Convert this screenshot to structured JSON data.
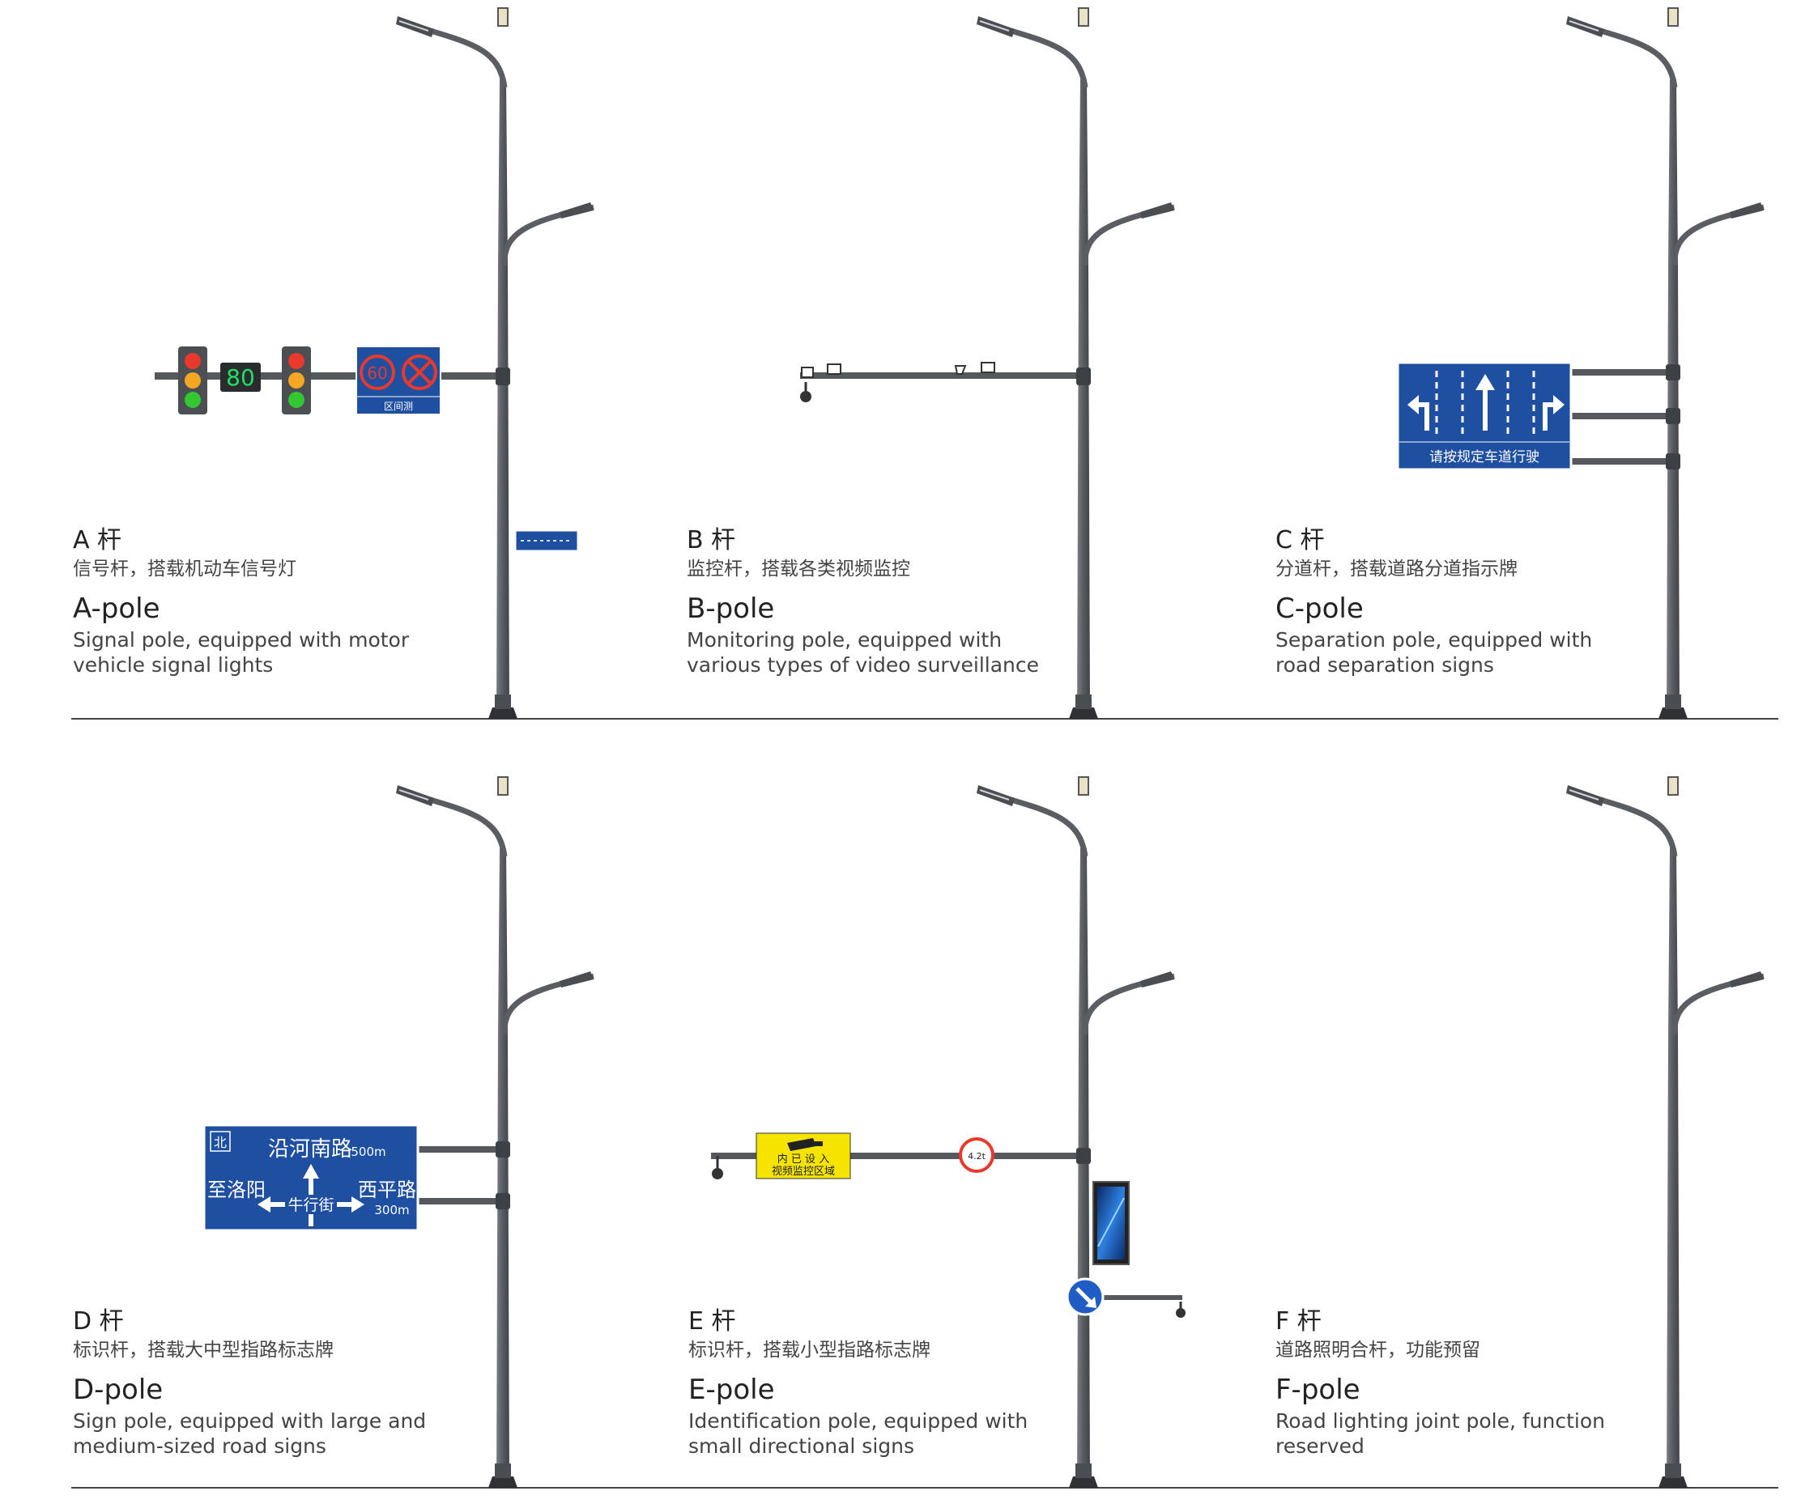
{
  "panels": [
    {
      "id": "A",
      "code": "A 杆",
      "cn": "信号杆，搭载机动车信号灯",
      "en_title": "A-pole",
      "en_desc": [
        "Signal pole, equipped with motor",
        "vehicle signal lights"
      ]
    },
    {
      "id": "B",
      "code": "B 杆",
      "cn": "监控杆，搭载各类视频监控",
      "en_title": "B-pole",
      "en_desc": [
        "Monitoring pole, equipped with",
        "various types of video surveillance"
      ]
    },
    {
      "id": "C",
      "code": "C 杆",
      "cn": "分道杆，搭载道路分道指示牌",
      "en_title": "C-pole",
      "en_desc": [
        "Separation pole, equipped with",
        "road separation signs"
      ]
    },
    {
      "id": "D",
      "code": "D 杆",
      "cn": "标识杆，搭载大中型指路标志牌",
      "en_title": "D-pole",
      "en_desc": [
        "Sign pole, equipped with large and",
        "medium-sized road signs"
      ]
    },
    {
      "id": "E",
      "code": "E 杆",
      "cn": "标识杆，搭载小型指路标志牌",
      "en_title": "E-pole",
      "en_desc": [
        "Identification pole, equipped with",
        "small directional signs"
      ]
    },
    {
      "id": "F",
      "code": "F 杆",
      "cn": "道路照明合杆，功能预留",
      "en_title": "F-pole",
      "en_desc": [
        "Road lighting joint pole, function",
        "reserved"
      ]
    }
  ],
  "signs": {
    "countdown": "80",
    "speed_limit": "60",
    "speed_sign_caption": "区间测",
    "lane_sign_caption": "请按规定车道行驶",
    "guide_sign": {
      "north": "北",
      "road_top": "沿河南路",
      "road_top_dist": "500m",
      "left": "至洛阳",
      "right": "西平路",
      "right_dist": "300m",
      "center": "牛行街"
    },
    "camera_sign_top": "内 已 设 入",
    "camera_sign_bottom": "视频监控区域",
    "weight_limit": "4.2t"
  },
  "colors": {
    "pole": "#5f6368",
    "sign_blue": "#1f4fa0",
    "sign_yellow": "#f5e400",
    "ground_line": "#444444"
  }
}
